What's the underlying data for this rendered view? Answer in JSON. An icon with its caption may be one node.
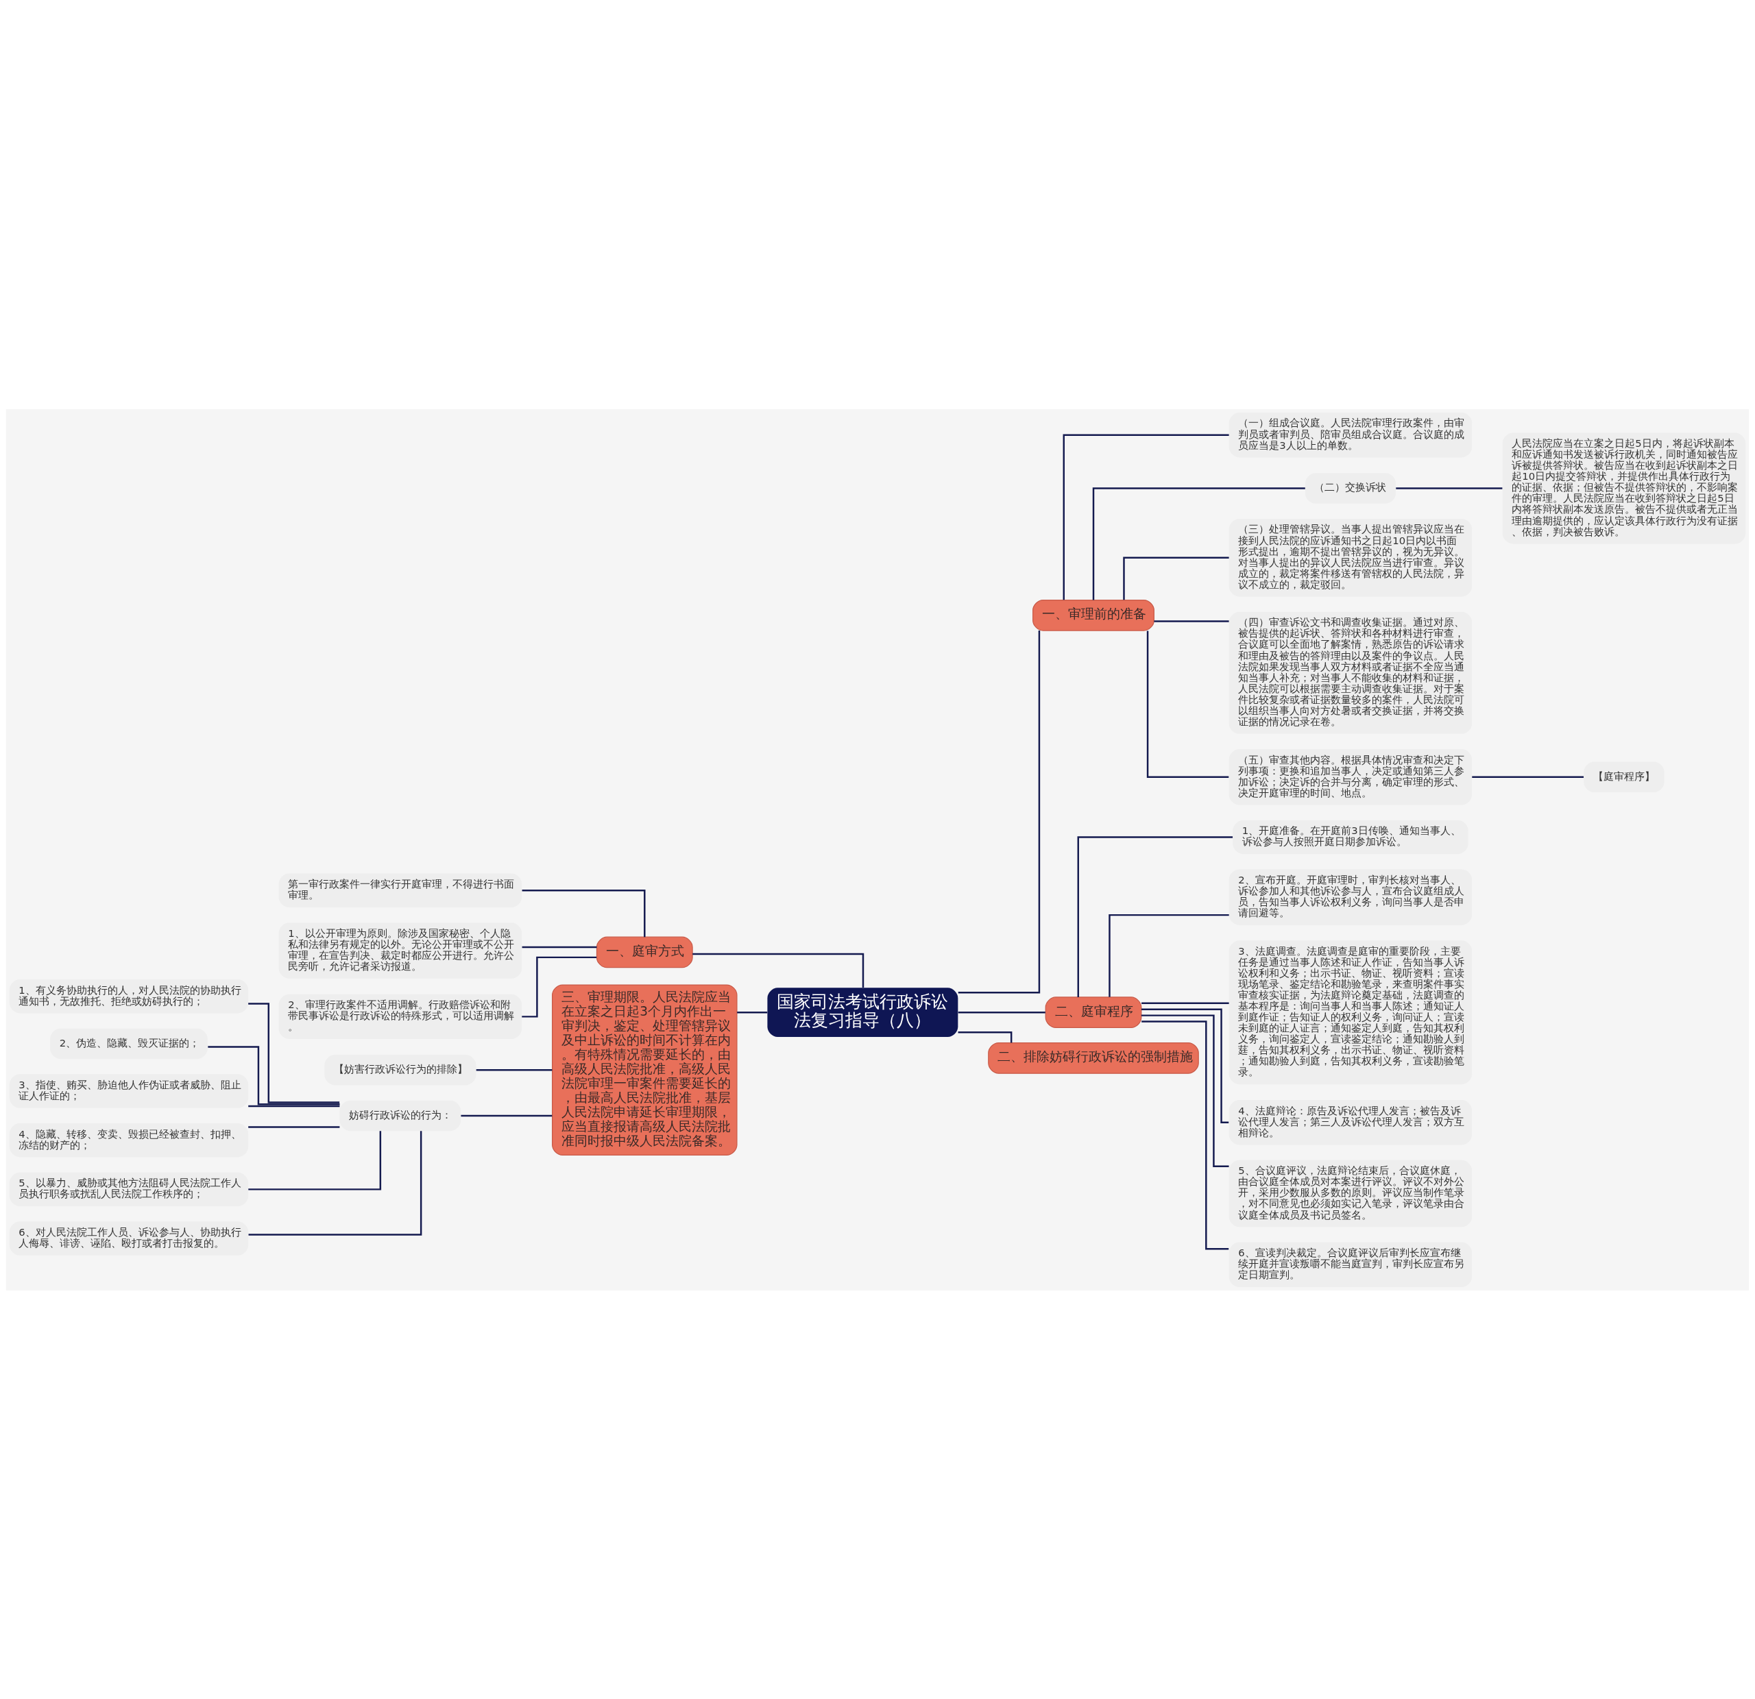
{
  "diagram": {
    "nodes": [
      {
        "text": [
          "国家司法考试行政诉讼法复习指导（八）"
        ]
      },
      {
        "text": [
          "一、审理前的准备"
        ]
      },
      {
        "text": [
          "（一）组成合议庭。人民法院审理行政案件，由审判员或者审判员、陪审员组成合议庭。合议庭的成员应当是3人以上的单数。"
        ]
      },
      {
        "text": [
          "（二）交换诉状"
        ]
      },
      {
        "text": [
          "人民法院应当在立案之日起5日内，将起诉状副本和应诉通知书发送被诉行政机关，同时通知被告应诉被提供答辩状。被告应当在收到起诉状副本之日起10日内提交答辩状，并提供作出具体行政行为的证据、依据；但被告不提供答辩状的，不影响案件的审理。人民法院应当在收到答辩状之日起5日内将答辩状副本发送原告。被告不提供或者无正当理由逾期提供的，应认定该具体行政行为没有证据、依据，判决被告败诉。"
        ]
      },
      {
        "text": [
          "（三）处理管辖异议。当事人提出管辖异议应当在接到人民法院的应诉通知书之日起10日内以书面形式提出，逾期不提出管辖异议的，视为无异议。对当事人提出的异议人民法院应当进行审查。异议成立的，裁定将案件移送有管辖权的人民法院，异议不成立的，裁定驳回。"
        ]
      },
      {
        "text": [
          "（四）审查诉讼文书和调查收集证据。通过对原、被告提供的起诉状、答辩状和各种材料进行审查，合议庭可以全面地了解案情，熟悉原告的诉讼请求和理由及被告的答辩理由以及案件的争议点。人民法院如果发现当事人双方材料或者证据不全应当通知当事人补充；对当事人不能收集的材料和证据，人民法院可以根据需要主动调查收集证据。对于案件比较复杂或者证据数量较多的案件，人民法院可以组织当事人向对方处暑或者交换证据，并将交换证据的情况记录在卷。"
        ]
      },
      {
        "text": [
          "（五）审查其他内容。根据具体情况审查和决定下列事项：更换和追加当事人，决定或通知第三人参加诉讼；决定诉的合并与分离，确定审理的形式、决定开庭审理的时间、地点。"
        ]
      },
      {
        "text": [
          "【庭审程序】"
        ]
      },
      {
        "text": [
          "二、庭审程序"
        ]
      },
      {
        "text": [
          "1、开庭准备。在开庭前3日传唤、通知当事人、诉讼参与人按照开庭日期参加诉讼。"
        ]
      },
      {
        "text": [
          "2、宣布开庭。开庭审理时，审判长核对当事人、诉讼参加人和其他诉讼参与人，宣布合议庭组成人员，告知当事人诉讼权利义务，询问当事人是否申请回避等。"
        ]
      },
      {
        "text": [
          "3、法庭调查。法庭调查是庭审的重要阶段，主要任务是通过当事人陈述和证人作证，告知当事人诉讼权利和义务；出示书证、物证、视听资料；宣读现场笔录、鉴定结论和勘验笔录，来查明案件事实审查核实证据，为法庭辩论奠定基础，法庭调查的基本程序是：询问当事人和当事人陈述；通知证人到庭作证；告知证人的权利义务，询问证人；宣读未到庭的证人证言；通知鉴定人到庭，告知其权利义务，询问鉴定人，宣读鉴定结论；通知勘验人到莛，告知其权利义务，出示书证、物证、视听资料；通知勘验人到庭，告知其权利义务，宣读勘验笔录。"
        ]
      },
      {
        "text": [
          "4、法庭辩论：原告及诉讼代理人发言；被告及诉讼代理人发言；第三人及诉讼代理人发言；双方互相辩论。"
        ]
      },
      {
        "text": [
          "5、合议庭评议，法庭辩论结束后，合议庭休庭，由合议庭全体成员对本案进行评议。评议不对外公开，采用少数服从多数的原则。评议应当制作笔录，对不同意见也必须如实记入笔录，评议笔录由合议庭全体成员及书记员签名。"
        ]
      },
      {
        "text": [
          "6、宣读判决裁定。合议庭评议后审判长应宣布继续开庭并宣读叛嚼不能当庭宣判，审判长应宣布另定日期宣判。"
        ]
      },
      {
        "text": [
          "二、排除妨碍行政诉讼的强制措施"
        ]
      },
      {
        "text": [
          "一、庭审方式"
        ]
      },
      {
        "text": [
          "第一审行政案件一律实行开庭审理，不得进行书面审理。"
        ]
      },
      {
        "text": [
          "1、以公开审理为原则。除涉及国家秘密、个人隐私和法律另有规定的以外。无论公开审理或不公开审理，在宣告判决、裁定时都应公开进行。允许公民旁听，允许记者采访报道。"
        ]
      },
      {
        "text": [
          "2、审理行政案件不适用调解。行政赔偿诉讼和附带民事诉讼是行政诉讼的特殊形式，可以适用调解。"
        ]
      },
      {
        "text": [
          "三、审理期限。人民法院应当在立案之日起3个月内作出一审判决，鉴定、处理管辖异议及中止诉讼的时间不计算在内。有特殊情况需要延长的，由高级人民法院批准，高级人民法院审理一审案件需要延长的，由最高人民法院批准，基层人民法院申请延长审理期限，应当直接报请高级人民法院批准同时报中级人民法院备案。"
        ]
      },
      {
        "text": [
          "【妨害行政诉讼行为的排除】"
        ]
      },
      {
        "text": [
          "妨碍行政诉讼的行为："
        ]
      },
      {
        "text": [
          "1、有义务协助执行的人，对人民法院的协助执行通知书，无故推托、拒绝或妨碍执行的；"
        ]
      },
      {
        "text": [
          "2、伪造、隐藏、毁灭证据的；"
        ]
      },
      {
        "text": [
          "3、指使、贿买、胁迫他人作伪证或者威胁、阻止证人作证的；"
        ]
      },
      {
        "text": [
          "4、隐藏、转移、变卖、毁损已经被查封、扣押、冻结的财产的；"
        ]
      },
      {
        "text": [
          "5、以暴力、威胁或其他方法阻碍人民法院工作人员执行职务或扰乱人民法院工作秩序的；"
        ]
      },
      {
        "text": [
          "6、对人民法院工作人员、诉讼参与人、协助执行人侮辱、诽谤、诬陷、殴打或者打击报复的。"
        ]
      }
    ],
    "edges": [
      {
        "from": 0,
        "to": 1,
        "arrow": "none"
      },
      {
        "from": 1,
        "to": 2,
        "arrow": "none"
      },
      {
        "from": 1,
        "to": 3,
        "arrow": "none"
      },
      {
        "from": 3,
        "to": 4,
        "arrow": "none"
      },
      {
        "from": 1,
        "to": 5,
        "arrow": "none"
      },
      {
        "from": 1,
        "to": 6,
        "arrow": "none"
      },
      {
        "from": 1,
        "to": 7,
        "arrow": "none"
      },
      {
        "from": 7,
        "to": 8,
        "arrow": "none"
      },
      {
        "from": 0,
        "to": 9,
        "arrow": "none"
      },
      {
        "from": 9,
        "to": 10,
        "arrow": "none"
      },
      {
        "from": 9,
        "to": 11,
        "arrow": "none"
      },
      {
        "from": 9,
        "to": 12,
        "arrow": "none"
      },
      {
        "from": 9,
        "to": 13,
        "arrow": "none"
      },
      {
        "from": 9,
        "to": 14,
        "arrow": "none"
      },
      {
        "from": 9,
        "to": 15,
        "arrow": "none"
      },
      {
        "from": 0,
        "to": 16,
        "arrow": "none"
      },
      {
        "from": 0,
        "to": 17,
        "arrow": "none"
      },
      {
        "from": 17,
        "to": 18,
        "arrow": "none"
      },
      {
        "from": 17,
        "to": 19,
        "arrow": "none"
      },
      {
        "from": 17,
        "to": 20,
        "arrow": "none"
      },
      {
        "from": 0,
        "to": 21,
        "arrow": "none"
      },
      {
        "from": 21,
        "to": 22,
        "arrow": "none"
      },
      {
        "from": 21,
        "to": 23,
        "arrow": "none"
      },
      {
        "from": 23,
        "to": 24,
        "arrow": "none"
      },
      {
        "from": 23,
        "to": 25,
        "arrow": "none"
      },
      {
        "from": 23,
        "to": 26,
        "arrow": "none"
      },
      {
        "from": 23,
        "to": 27,
        "arrow": "none"
      },
      {
        "from": 23,
        "to": 28,
        "arrow": "none"
      },
      {
        "from": 23,
        "to": 29,
        "arrow": "none"
      }
    ]
  }
}
